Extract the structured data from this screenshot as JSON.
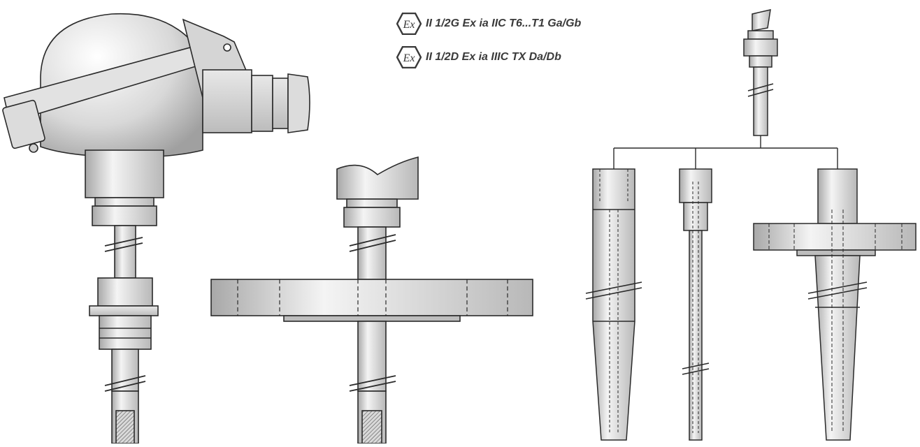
{
  "markings": [
    {
      "symbol": "Ex",
      "text": "II 1/2G Ex ia IIC T6...T1 Ga/Gb"
    },
    {
      "symbol": "Ex",
      "text": "II 1/2D Ex ia IIIC TX Da/Db"
    }
  ],
  "colors": {
    "outline": "#2a2a2a",
    "metal_light": "#f4f4f4",
    "metal_mid": "#cfcfcf",
    "metal_dark": "#8e8e8e",
    "text": "#3a3a3a"
  }
}
